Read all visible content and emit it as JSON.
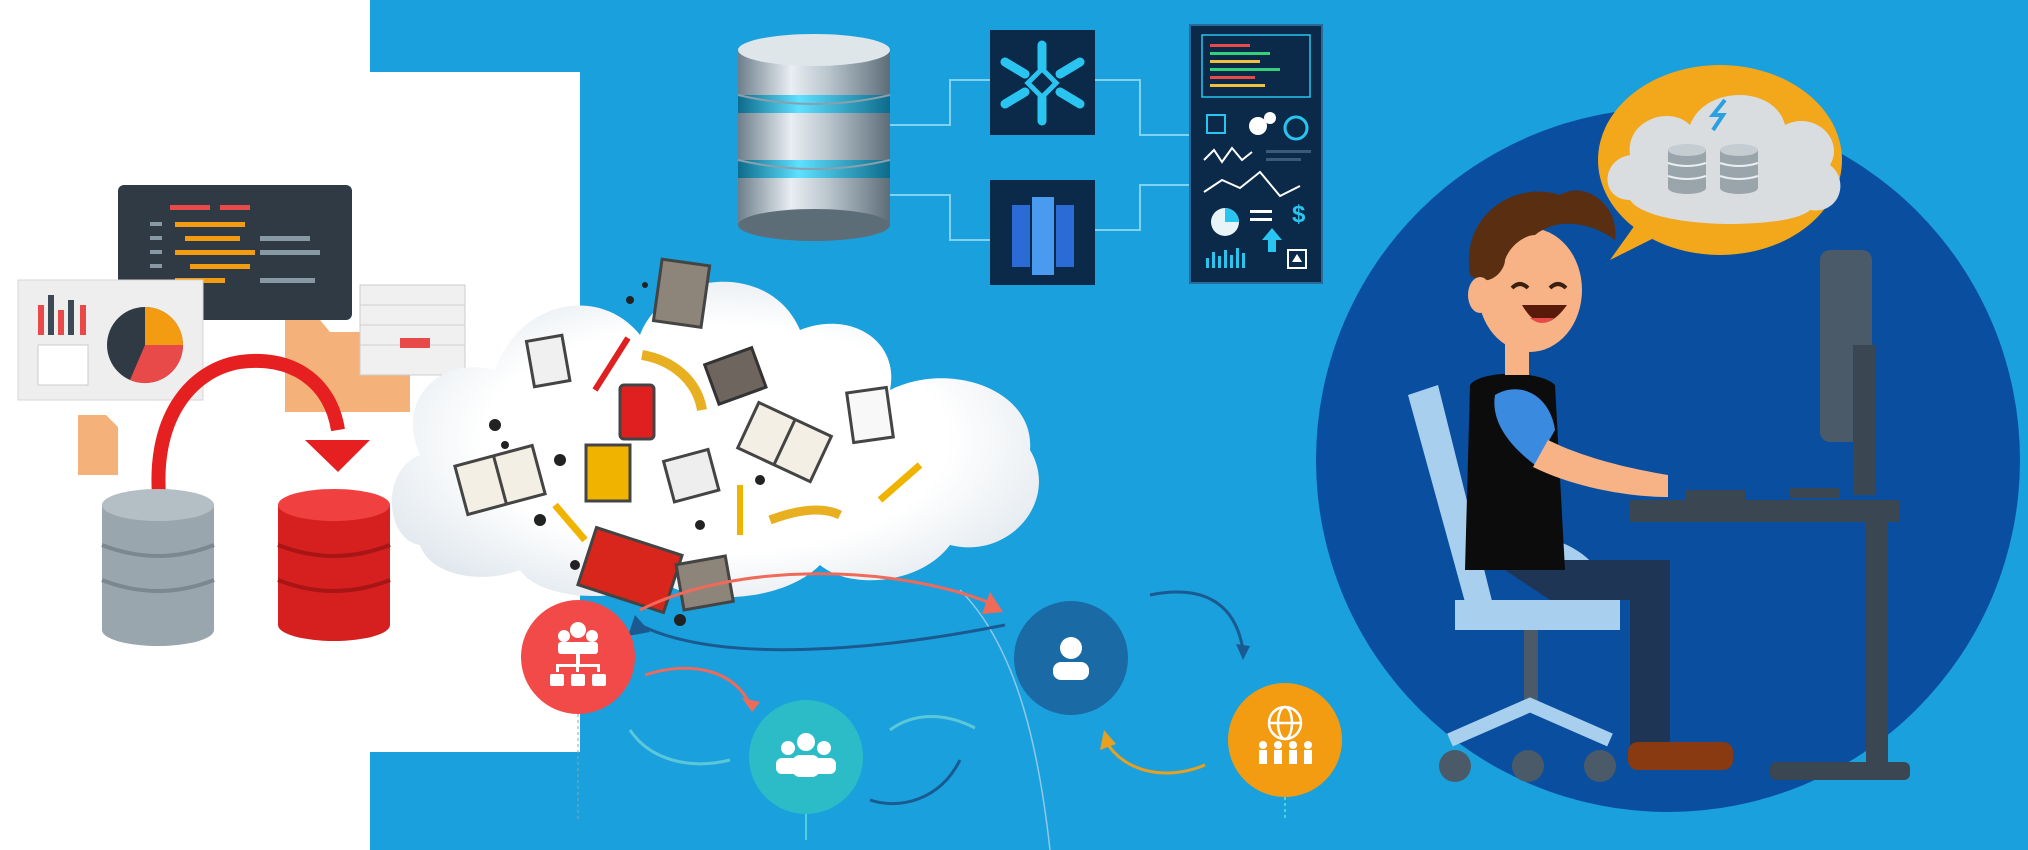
{
  "image": {
    "description_tags": [
      "data-migration-illustration",
      "cloud-data-warehouse",
      "developer-at-desk",
      "team-workflow"
    ],
    "colors": {
      "background_blue": "#1aa0dc",
      "circle_blue": "#0a4ea0",
      "white_panel": "#ffffff",
      "dark_panel": "#0b2a4a",
      "accent_red": "#e63030",
      "accent_orange": "#f39c12",
      "accent_teal": "#29b6c4",
      "node_blue": "#1a6aa6"
    },
    "dashboard": {
      "currency_symbol": "$"
    },
    "icons": [
      "database-stack-icon",
      "snowflake-icon",
      "redshift-icon",
      "dashboard-panel-icon",
      "cloud-database-icon",
      "books-cloud-icon",
      "hierarchy-icon",
      "group-icon",
      "user-icon",
      "global-team-icon",
      "migration-arrow-icon"
    ]
  }
}
